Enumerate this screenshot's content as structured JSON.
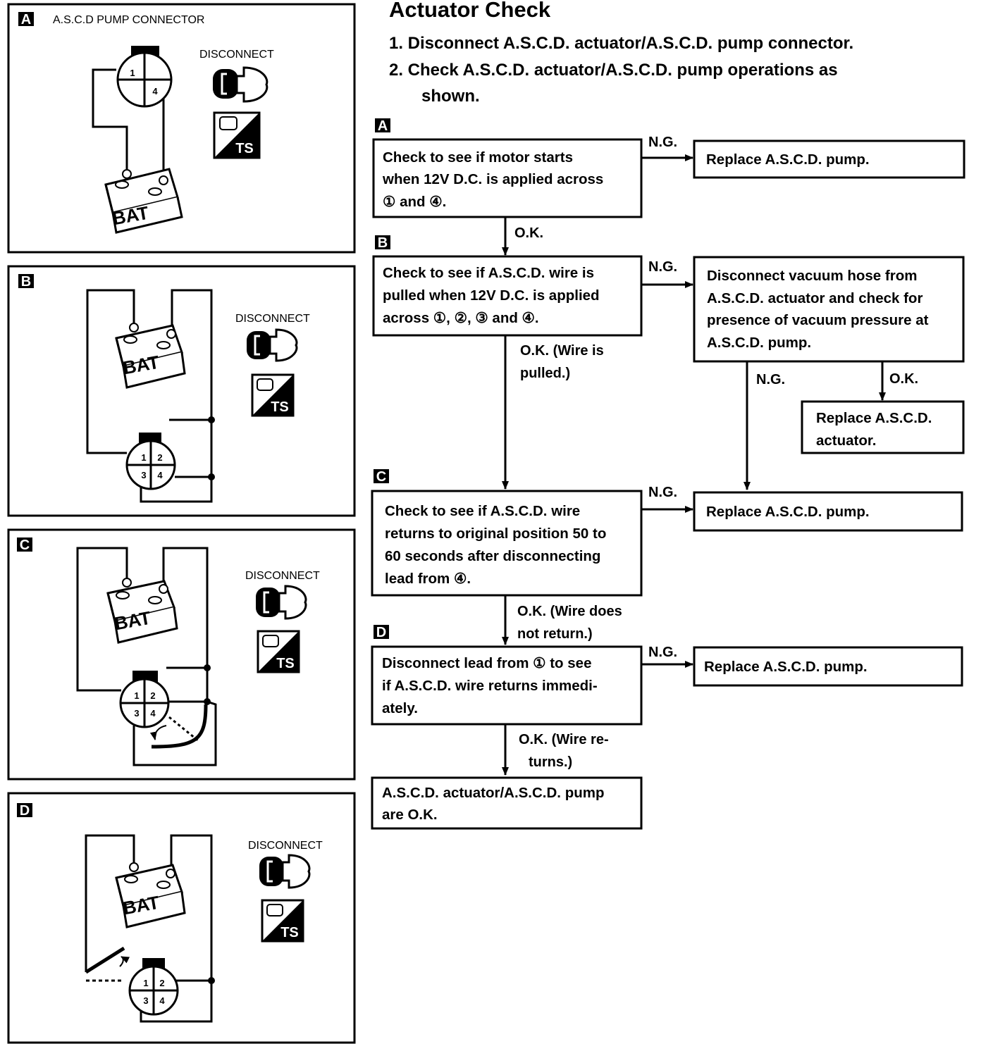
{
  "section_title": "Actuator Check",
  "steps": [
    "1.  Disconnect A.S.C.D. actuator/A.S.C.D. pump connector.",
    "2.  Check  A.S.C.D.  actuator/A.S.C.D.  pump  operations  as",
    "shown."
  ],
  "panels": {
    "a": {
      "letter": "A",
      "title": "A.S.C.D PUMP CONNECTOR",
      "disconnect": "DISCONNECT",
      "bat": "BAT",
      "ts": "TS",
      "pins": [
        "1",
        "4"
      ]
    },
    "b": {
      "letter": "B",
      "disconnect": "DISCONNECT",
      "bat": "BAT",
      "ts": "TS",
      "pins": [
        "1",
        "2",
        "3",
        "4"
      ]
    },
    "c": {
      "letter": "C",
      "disconnect": "DISCONNECT",
      "bat": "BAT",
      "ts": "TS",
      "pins": [
        "1",
        "2",
        "3",
        "4"
      ]
    },
    "d": {
      "letter": "D",
      "disconnect": "DISCONNECT",
      "bat": "BAT",
      "ts": "TS",
      "pins": [
        "1",
        "2",
        "3",
        "4"
      ]
    }
  },
  "flow": {
    "step_a": {
      "letter": "A",
      "lines": [
        "Check to see if motor starts",
        "when 12V D.C. is applied across",
        "① and ④."
      ],
      "ng": "N.G.",
      "ng_box": [
        "Replace A.S.C.D. pump."
      ],
      "ok": [
        "O.K."
      ]
    },
    "step_b": {
      "letter": "B",
      "lines": [
        "Check to see if A.S.C.D. wire is",
        "pulled when 12V D.C. is applied",
        "across ①, ②, ③ and ④."
      ],
      "ng": "N.G.",
      "ng_box": [
        "Disconnect vacuum hose from",
        "A.S.C.D. actuator and check for",
        "presence of vacuum pressure at",
        "A.S.C.D. pump."
      ],
      "ok": [
        "O.K. (Wire is",
        "pulled.)"
      ]
    },
    "vacuum_branch": {
      "ng": "N.G.",
      "ok": "O.K.",
      "ok_box": [
        "Replace A.S.C.D.",
        "actuator."
      ]
    },
    "step_c": {
      "letter": "C",
      "lines": [
        "Check to see if A.S.C.D. wire",
        "returns to original position 50 to",
        "60 seconds after disconnecting",
        "lead from ④."
      ],
      "ng": "N.G.",
      "ng_box": [
        "Replace A.S.C.D. pump."
      ],
      "ok": [
        "O.K. (Wire does",
        "not return.)"
      ]
    },
    "step_d": {
      "letter": "D",
      "lines": [
        "Disconnect lead from ① to see",
        "if A.S.C.D. wire returns immedi-",
        "ately."
      ],
      "ng": "N.G.",
      "ng_box": [
        "Replace A.S.C.D. pump."
      ],
      "ok": [
        "O.K. (Wire re-",
        "turns.)"
      ]
    },
    "result": [
      "A.S.C.D. actuator/A.S.C.D. pump",
      "are O.K."
    ]
  }
}
